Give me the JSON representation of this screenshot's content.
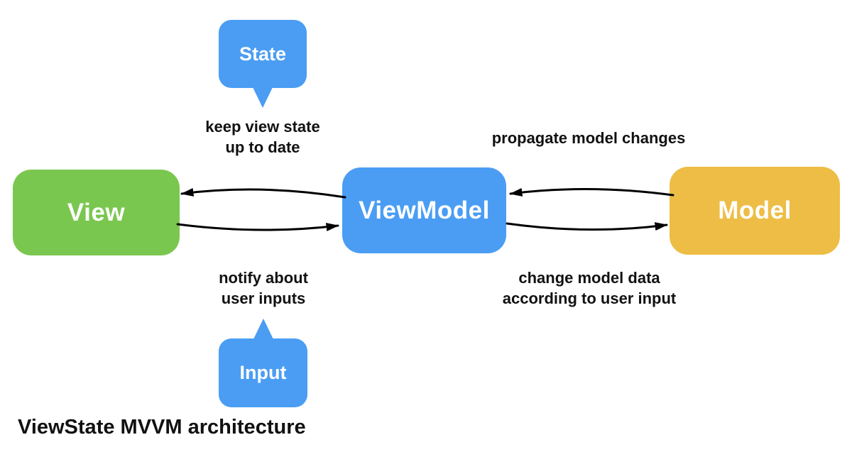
{
  "title": "ViewState MVVM architecture",
  "colors": {
    "blue": "#4A9DF3",
    "green": "#7AC74F",
    "yellow": "#EDBD45",
    "arrow": "#000000",
    "label_text": "#111111",
    "node_text": "#FFFFFF",
    "background": "#FFFFFF"
  },
  "nodes": {
    "view": {
      "label": "View",
      "color": "#7AC74F"
    },
    "viewmodel": {
      "label": "ViewModel",
      "color": "#4A9DF3"
    },
    "model": {
      "label": "Model",
      "color": "#EDBD45"
    }
  },
  "callouts": {
    "state": {
      "label": "State",
      "tail_direction": "down",
      "color": "#4A9DF3"
    },
    "input": {
      "label": "Input",
      "tail_direction": "up",
      "color": "#4A9DF3"
    }
  },
  "edge_labels": {
    "keep_view_state": {
      "line1": "keep view state",
      "line2": "up to date"
    },
    "propagate_model_changes": {
      "line1": "propagate model changes"
    },
    "notify_user_inputs": {
      "line1": "notify about",
      "line2": "user inputs"
    },
    "change_model_data": {
      "line1": "change model data",
      "line2": "according to user input"
    }
  },
  "edges": [
    {
      "from": "ViewModel",
      "to": "View",
      "label": "keep view state up to date"
    },
    {
      "from": "View",
      "to": "ViewModel",
      "label": "notify about user inputs"
    },
    {
      "from": "Model",
      "to": "ViewModel",
      "label": "propagate model changes"
    },
    {
      "from": "ViewModel",
      "to": "Model",
      "label": "change model data according to user input"
    }
  ]
}
